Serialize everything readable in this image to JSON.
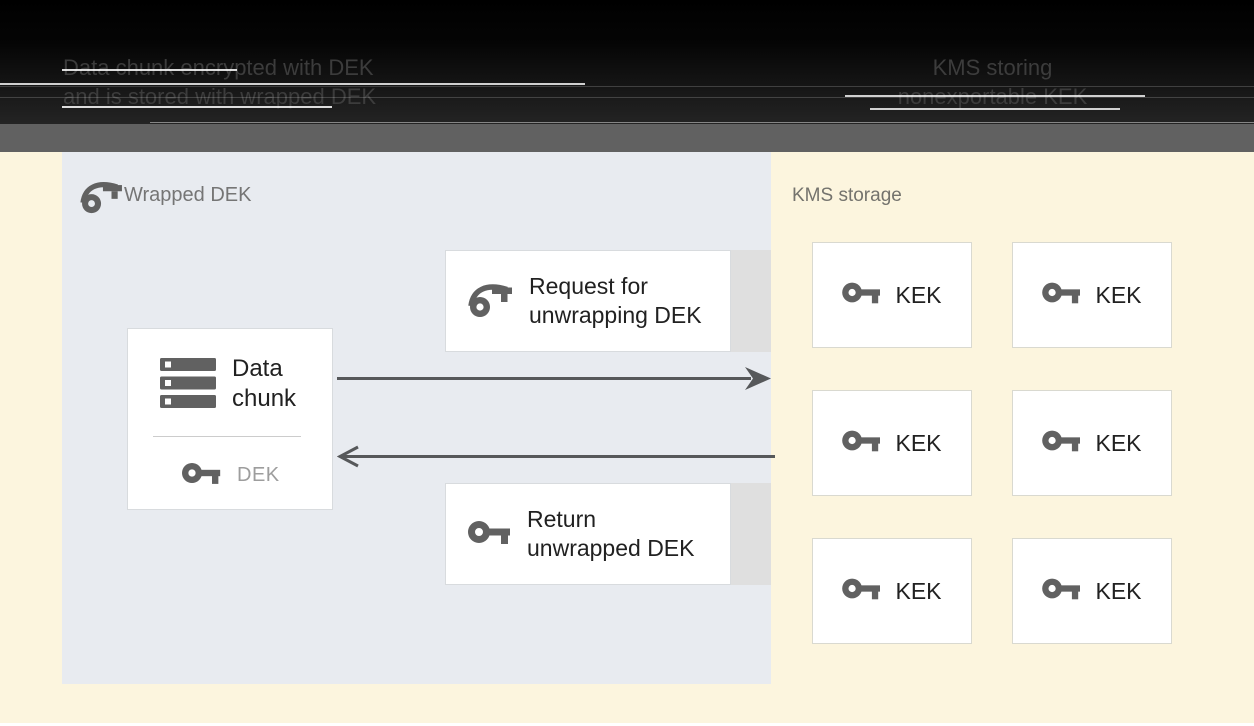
{
  "header": {
    "left_caption_line1": "Data chunk encrypted with DEK",
    "left_caption_line2": "and is stored with wrapped DEK",
    "right_caption_line1": "KMS storing",
    "right_caption_line2": "nonexportable KEK"
  },
  "wrapped_dek_panel": {
    "title": "Wrapped DEK",
    "data_chunk": {
      "label_line1": "Data",
      "label_line2": "chunk",
      "key_label": "DEK"
    },
    "request_box": {
      "line1": "Request for",
      "line2": "unwrapping DEK"
    },
    "return_box": {
      "line1": "Return",
      "line2": "unwrapped DEK"
    }
  },
  "kms_panel": {
    "title": "KMS storage",
    "kek_boxes": [
      {
        "label": "KEK"
      },
      {
        "label": "KEK"
      },
      {
        "label": "KEK"
      },
      {
        "label": "KEK"
      },
      {
        "label": "KEK"
      },
      {
        "label": "KEK"
      }
    ]
  },
  "icons": {
    "panel_title": "wrapped-key-icon",
    "data_chunk": "storage-stack-icon",
    "dek": "key-icon",
    "request": "wrapped-key-icon",
    "return": "key-icon",
    "kek": "key-icon"
  },
  "arrows": [
    {
      "direction": "right",
      "from": "Data chunk",
      "to": "KMS storage"
    },
    {
      "direction": "left",
      "from": "KMS storage",
      "to": "Data chunk"
    }
  ],
  "colors": {
    "header_bg": "#000000",
    "header_text": "#3C3C3C",
    "divider_bar": "#616161",
    "kms_zone_bg": "#FCF5DE",
    "panel_bg": "#E8EBF0",
    "card_bg": "#FFFFFF",
    "card_border": "#D8DBDE",
    "card_tail": "#DFDFDF",
    "icon_gray": "#616161",
    "text_dark": "#212121",
    "text_gray": "#757575",
    "dek_text_gray": "#9D9D9D",
    "arrow": "#56585A"
  }
}
